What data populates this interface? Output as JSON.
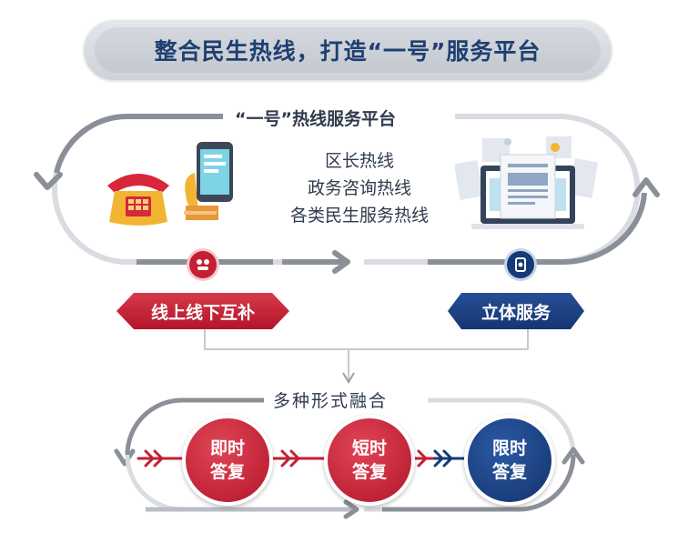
{
  "title": "整合民生热线，打造“一号”服务平台",
  "platform_label": "“一号”热线服务平台",
  "hotlines": [
    "区长热线",
    "政务咨询热线",
    "各类民生服务热线"
  ],
  "tags": {
    "online_offline": "线上线下互补",
    "stereo_service": "立体服务"
  },
  "fusion_label": "多种形式融合",
  "responses": [
    {
      "line1": "即时",
      "line2": "答复",
      "color": "#c41f33"
    },
    {
      "line1": "短时",
      "line2": "答复",
      "color": "#c41f33"
    },
    {
      "line1": "限时",
      "line2": "答复",
      "color": "#153a78"
    }
  ],
  "colors": {
    "red": "#c41f33",
    "blue": "#153a78",
    "gray": "#8a8f98",
    "title_text": "#1f3f70"
  },
  "icons": {
    "phone": "telephone-icon",
    "mobile": "mobile-phone-icon",
    "documents": "documents-screen-icon",
    "network": "network-badge-icon",
    "service": "service-badge-icon"
  }
}
